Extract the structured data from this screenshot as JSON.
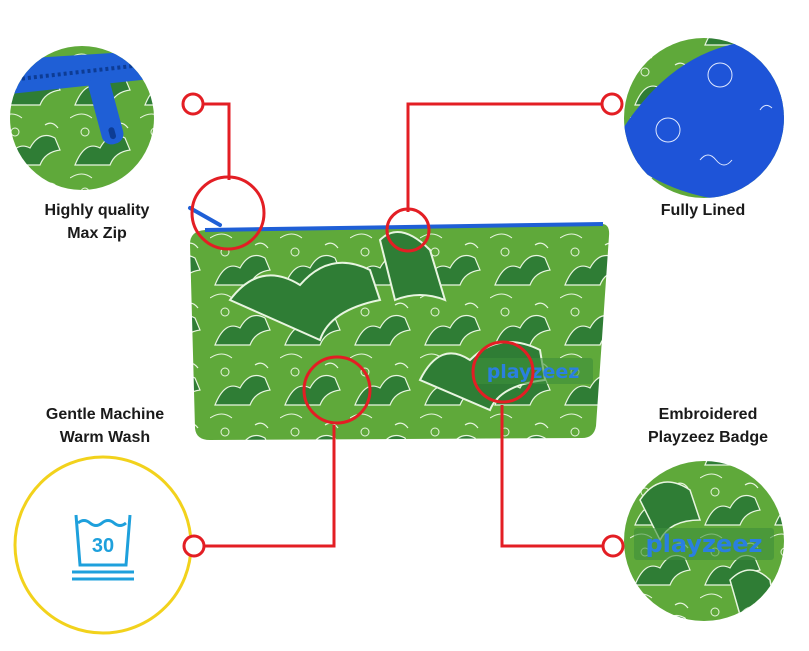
{
  "callouts": {
    "zip": {
      "line1": "Highly quality",
      "line2": "Max Zip"
    },
    "lined": {
      "line1": "Fully Lined"
    },
    "wash": {
      "line1": "Gentle Machine",
      "line2": "Warm Wash"
    },
    "badge": {
      "line1": "Embroidered",
      "line2": "Playzeez Badge"
    }
  },
  "wash_symbol": {
    "temperature": "30"
  },
  "brand": {
    "badge_text": "playzeez",
    "badge_text_zoom": "playzeez"
  },
  "colors": {
    "callout_red": "#e31e24",
    "wash_ring": "#f2d21c",
    "wash_icon": "#1ea0dc",
    "fabric_light": "#5fa93a",
    "fabric_dark": "#2f7d35",
    "zip_blue": "#1f5fd6",
    "badge_blue": "#2a7fe0"
  }
}
